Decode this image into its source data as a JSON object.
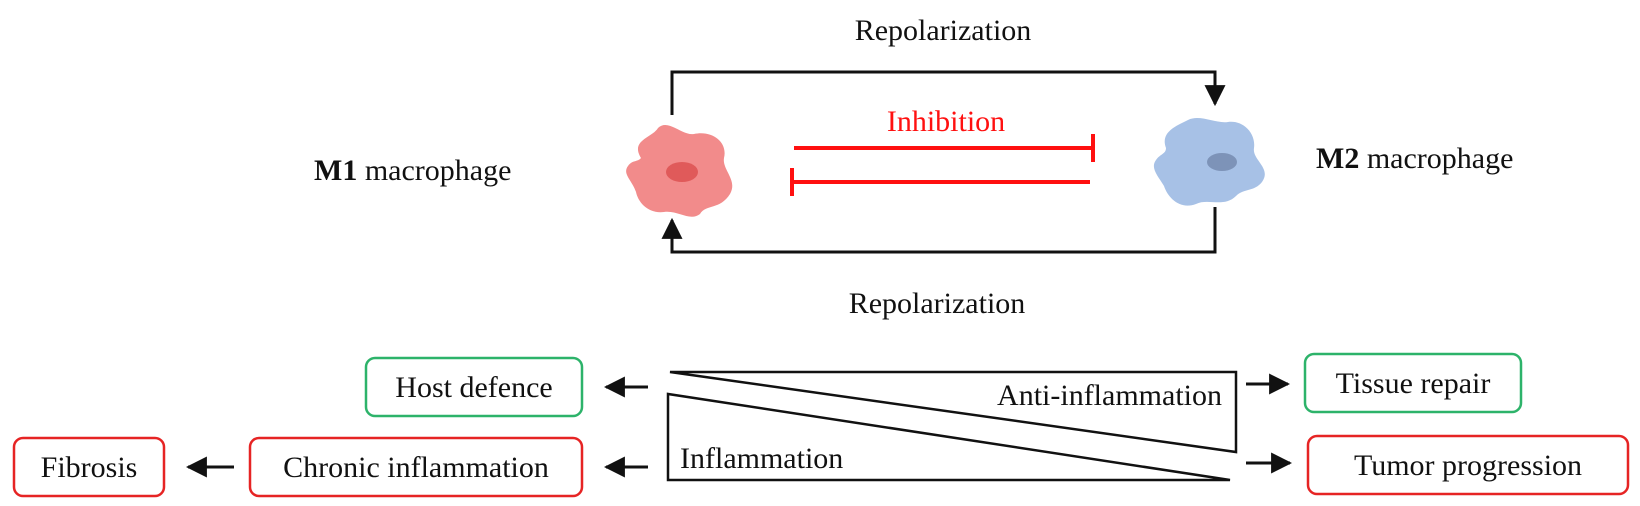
{
  "diagram": {
    "top_label": "Repolarization",
    "bottom_label": "Repolarization",
    "inhibition_label": "Inhibition",
    "m1": {
      "prefix": "M1",
      "suffix": " macrophage"
    },
    "m2": {
      "prefix": "M2",
      "suffix": " macrophage"
    },
    "wedges": {
      "upper": "Anti-inflammation",
      "lower": "Inflammation"
    },
    "boxes": {
      "host_defence": "Host defence",
      "chronic_inflammation": "Chronic inflammation",
      "fibrosis": "Fibrosis",
      "tissue_repair": "Tissue repair",
      "tumor_progression": "Tumor progression"
    }
  },
  "colors": {
    "beneficial_border": "#2db36a",
    "harmful_border": "#e62424",
    "inhibition": "#ff1010",
    "m1_cell": "#f28b8b",
    "m1_nucleus": "#e05a5a",
    "m2_cell": "#a7c1e6",
    "m2_nucleus": "#7d93b8"
  }
}
